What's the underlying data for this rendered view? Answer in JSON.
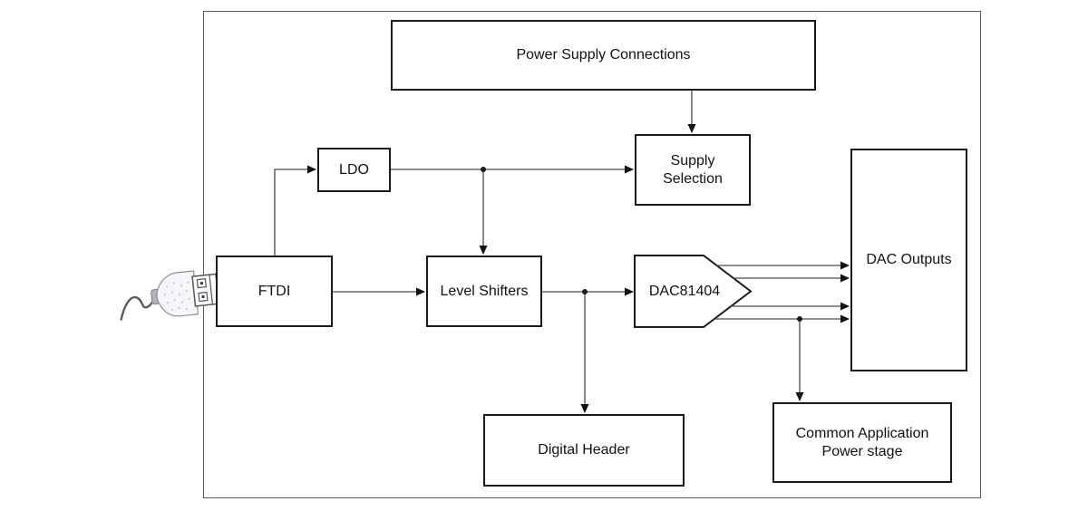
{
  "blocks": {
    "power_supply_connections": {
      "label": "Power Supply Connections"
    },
    "ldo": {
      "label": "LDO"
    },
    "supply_selection": {
      "lines": [
        "Supply",
        "Selection"
      ]
    },
    "ftdi": {
      "label": "FTDI"
    },
    "level_shifters": {
      "label": "Level Shifters"
    },
    "dac81404": {
      "label": "DAC81404"
    },
    "dac_outputs": {
      "label": "DAC Outputs"
    },
    "digital_header": {
      "label": "Digital Header"
    },
    "common_application_power_stage": {
      "lines": [
        "Common Application",
        "Power stage"
      ]
    }
  },
  "icons": {
    "usb_connector": "usb-connector-icon"
  },
  "colors": {
    "background": "#ffffff",
    "board_outline": "#5c5c5c",
    "block_border": "#1a1a1a",
    "wire": "#4a4a4a",
    "arrowhead": "#111111",
    "text": "#111111"
  }
}
